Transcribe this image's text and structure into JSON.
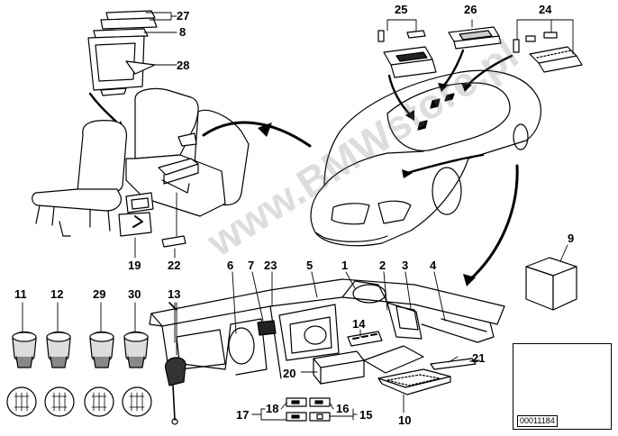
{
  "watermark": "www.BMWstore.pl",
  "reference_code": "00011184",
  "parts": {
    "p1": "1",
    "p2": "2",
    "p3": "3",
    "p4": "4",
    "p5": "5",
    "p6": "6",
    "p7": "7",
    "p8": "8",
    "p9": "9",
    "p10": "10",
    "p11": "11",
    "p12": "12",
    "p13": "13",
    "p14": "14",
    "p15": "15",
    "p16": "16",
    "p17": "17",
    "p18": "18",
    "p19": "19",
    "p20": "20",
    "p21": "21",
    "p22": "22",
    "p23": "23",
    "p24": "24",
    "p25": "25",
    "p26": "26",
    "p27": "27",
    "p28": "28",
    "p29": "29",
    "p30": "30"
  }
}
